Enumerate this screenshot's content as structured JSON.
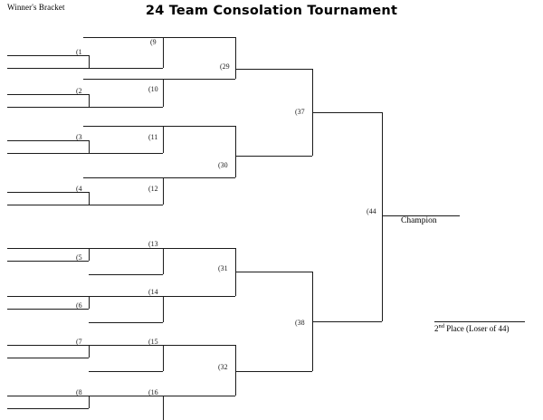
{
  "page": {
    "title": "24 Team Consolation Tournament",
    "section_label": "Winner's Bracket",
    "champion_label": "Champion",
    "second_place_label_pre": "2",
    "second_place_label_sup": "nd",
    "second_place_label_post": " Place (Loser of 44)",
    "line_color": "#1b1b1b",
    "background_color": "#ffffff"
  },
  "bracket": {
    "type": "single-elimination-winners-bracket",
    "rounds": [
      {
        "name": "round-1",
        "games": [
          {
            "id": "1",
            "label": "(1"
          },
          {
            "id": "2",
            "label": "(2"
          },
          {
            "id": "3",
            "label": "(3"
          },
          {
            "id": "4",
            "label": "(4"
          },
          {
            "id": "5",
            "label": "(5"
          },
          {
            "id": "6",
            "label": "(6"
          },
          {
            "id": "7",
            "label": "(7"
          },
          {
            "id": "8",
            "label": "(8"
          }
        ]
      },
      {
        "name": "round-2",
        "games": [
          {
            "id": "9",
            "label": "(9"
          },
          {
            "id": "10",
            "label": "(10"
          },
          {
            "id": "11",
            "label": "(11"
          },
          {
            "id": "12",
            "label": "(12"
          },
          {
            "id": "13",
            "label": "(13"
          },
          {
            "id": "14",
            "label": "(14"
          },
          {
            "id": "15",
            "label": "(15"
          },
          {
            "id": "16",
            "label": "(16"
          }
        ]
      },
      {
        "name": "quarterfinals",
        "games": [
          {
            "id": "29",
            "label": "(29"
          },
          {
            "id": "30",
            "label": "(30"
          },
          {
            "id": "31",
            "label": "(31"
          },
          {
            "id": "32",
            "label": "(32"
          }
        ]
      },
      {
        "name": "semifinals",
        "games": [
          {
            "id": "37",
            "label": "(37"
          },
          {
            "id": "38",
            "label": "(38"
          }
        ]
      },
      {
        "name": "final",
        "games": [
          {
            "id": "44",
            "label": "(44"
          }
        ]
      }
    ]
  }
}
